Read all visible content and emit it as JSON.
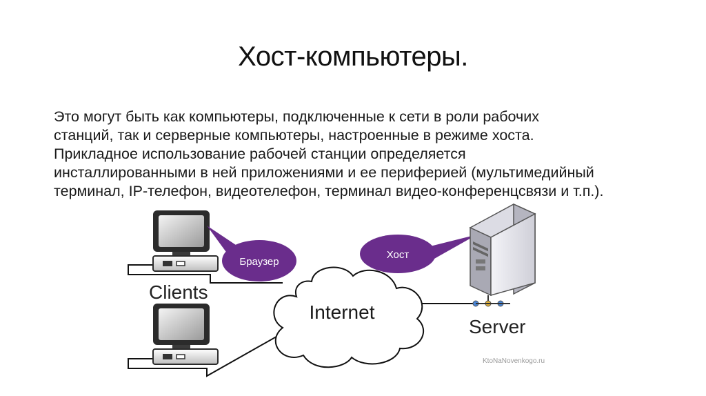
{
  "slide": {
    "title": "Хост-компьютеры.",
    "paragraph_lines": [
      "Это могут быть как компьютеры, подключенные к сети в роли рабочих",
      "станций, так и серверные компьютеры, настроенные в режиме хоста.",
      "Прикладное использование рабочей станции определяется",
      "инсталлированными в ней приложениями и ее периферией (мультимедийный",
      "терминал, IP-телефон, видеотелефон, терминал видео-конференцсвязи и т.п.)."
    ]
  },
  "diagram": {
    "clients_label": "Clients",
    "internet_label": "Internet",
    "server_label": "Server",
    "browser_callout": "Браузер",
    "host_callout": "Хост",
    "watermark": "KtoNaNovenkogo.ru",
    "colors": {
      "callout": "#6a2d8c",
      "monitor_frame": "#2b2b2b",
      "server_body": "#e6e6ec"
    }
  }
}
